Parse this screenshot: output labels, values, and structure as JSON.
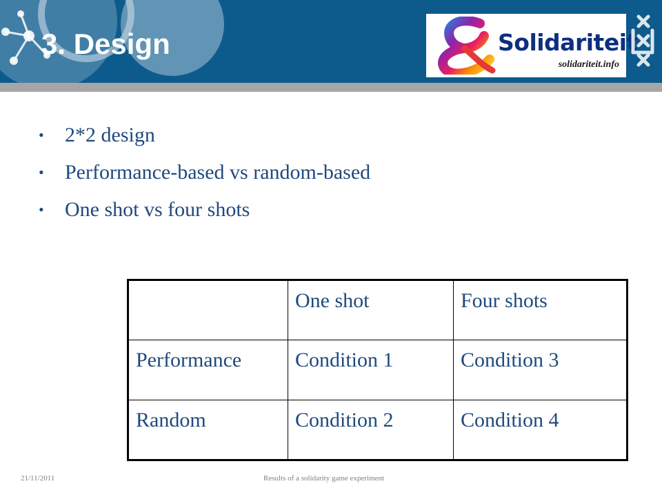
{
  "slide": {
    "title": "3. Design",
    "bullets": [
      "2*2 design",
      "Performance-based vs random-based",
      "One shot vs four shots"
    ],
    "bullet_glyph": "•"
  },
  "logo": {
    "name": "Solidariteit",
    "url": "solidariteit.info"
  },
  "icons": {
    "header_decoration": "molecule-network-icon",
    "brand_mark": "ampersand-logo-icon",
    "university_mark": "uva-crosses-icon"
  },
  "table": {
    "header": [
      "",
      "One shot",
      "Four shots"
    ],
    "rows": [
      [
        "Performance",
        "Condition 1",
        "Condition 3"
      ],
      [
        "Random",
        "Condition 2",
        "Condition 4"
      ]
    ]
  },
  "footer": {
    "date": "21/11/2011",
    "text": "Results of a solidarity game experiment"
  },
  "colors": {
    "header_bg": "#0d5b8c",
    "header_strip": "#a6a6a6",
    "body_text": "#1f497d",
    "title_text": "#ffffff",
    "logo_text": "#0d2f80"
  }
}
